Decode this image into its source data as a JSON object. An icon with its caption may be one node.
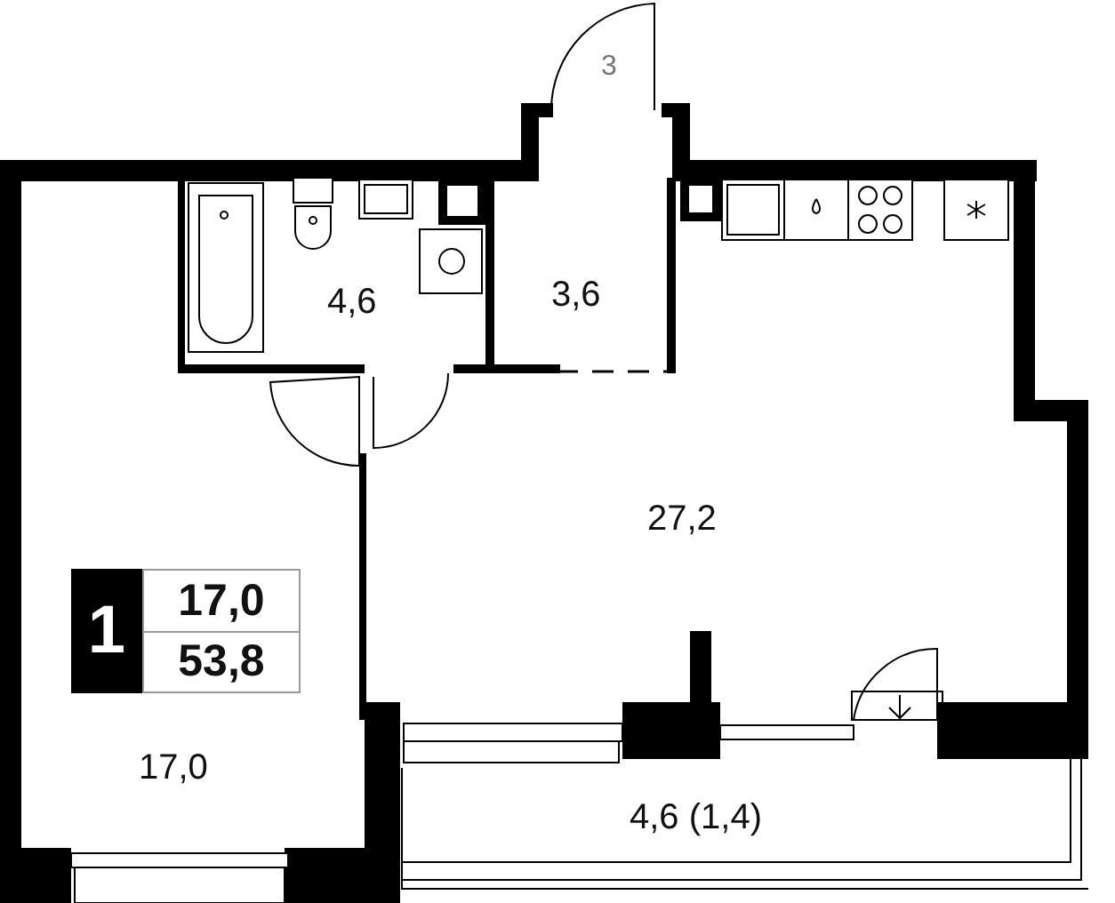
{
  "diagram": {
    "nodes": [
      {
        "text": [
          "4,6"
        ]
      },
      {
        "text": [
          "3,6"
        ]
      },
      {
        "text": [
          "27,2"
        ]
      },
      {
        "text": [
          "17,0"
        ]
      },
      {
        "text": [
          "1",
          "17,0",
          "53,8"
        ],
        "in": 3
      },
      {
        "text": [
          "4,6 (1,4)"
        ]
      }
    ],
    "labels": [
      "3"
    ]
  }
}
